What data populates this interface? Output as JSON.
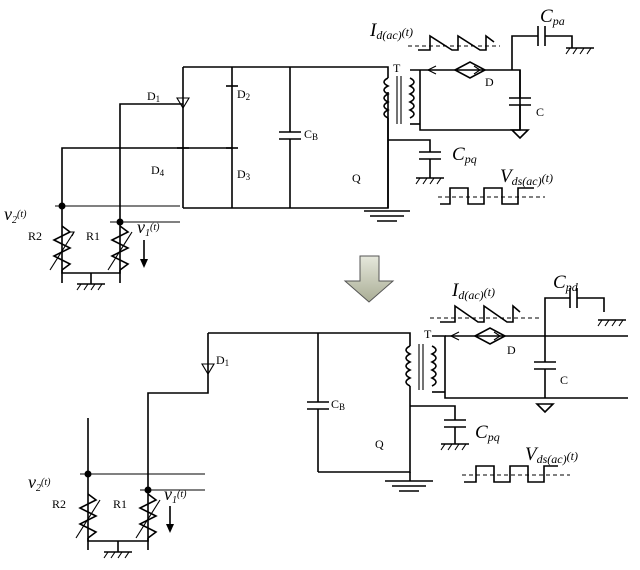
{
  "top": {
    "diodes": [
      "D",
      "D",
      "D",
      "D"
    ],
    "diode_subs": [
      "1",
      "2",
      "4",
      "3"
    ],
    "cap_b": "C",
    "cap_b_sub": "B",
    "transformer": "T",
    "switch": "Q",
    "rect_diode": "D",
    "cap_c": "C",
    "cap_pa_main": "C",
    "cap_pa_sub": "pa",
    "cap_pq_main": "C",
    "cap_pq_sub": "pq",
    "id_main": "I",
    "id_sub": "d(ac)",
    "id_arg": "(t)",
    "vds_main": "V",
    "vds_sub": "ds(ac)",
    "vds_arg": "(t)",
    "v2_main": "v",
    "v2_sub": "2",
    "v2_arg": "(t)",
    "v1_main": "v",
    "v1_sub": "1",
    "v1_arg": "(t)",
    "r2": "R2",
    "r1": "R1"
  },
  "bottom": {
    "diode": "D",
    "diode_sub": "1",
    "cap_b": "C",
    "cap_b_sub": "B",
    "transformer": "T",
    "switch": "Q",
    "rect_diode": "D",
    "cap_c": "C",
    "cap_pd_main": "C",
    "cap_pd_sub": "pd",
    "cap_pq_main": "C",
    "cap_pq_sub": "pq",
    "id_main": "I",
    "id_sub": "d(ac)",
    "id_arg": "(t)",
    "vds_main": "V",
    "vds_sub": "ds(ac)",
    "vds_arg": "(t)",
    "v2_main": "v",
    "v2_sub": "2",
    "v2_arg": "(t)",
    "v1_main": "v",
    "v1_sub": "1",
    "v1_arg": "(t)",
    "r2": "R2",
    "r1": "R1"
  },
  "arrow_color": "#c9ccb8"
}
